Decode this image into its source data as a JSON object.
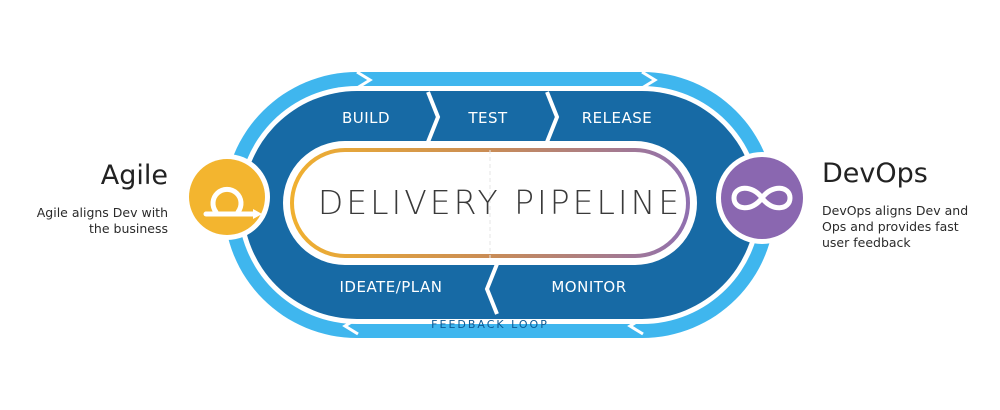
{
  "pipeline": {
    "center_label": "DELIVERY PIPELINE",
    "top_stages": [
      "BUILD",
      "TEST",
      "RELEASE"
    ],
    "bottom_stages": [
      "IDEATE/PLAN",
      "MONITOR"
    ],
    "feedback_label": "FEEDBACK LOOP"
  },
  "agile": {
    "title": "Agile",
    "description": "Agile aligns Dev with the business"
  },
  "devops": {
    "title": "DevOps",
    "description": "DevOps aligns Dev and Ops and provides fast user feedback"
  },
  "colors": {
    "outer_ring": "#3fb6ee",
    "inner_track": "#176aa5",
    "agile": "#f3b52f",
    "devops": "#8a67b0",
    "pill_left": "#f0b030",
    "pill_right": "#9070b0"
  },
  "icons": {
    "agile": "agile-loop-icon",
    "devops": "infinity-icon"
  }
}
